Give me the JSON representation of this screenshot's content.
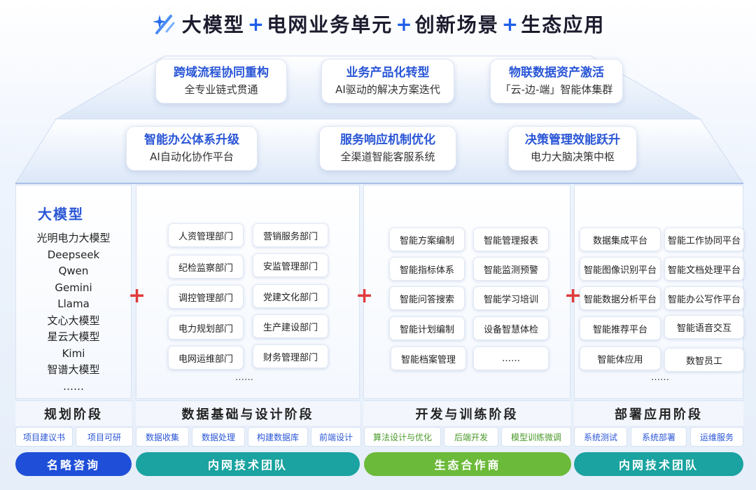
{
  "header": {
    "parts": [
      "大模型",
      "电网业务单元",
      "创新场景",
      "生态应用"
    ],
    "plus": "+"
  },
  "scenarios_top": [
    {
      "title": "跨域流程协同重构",
      "subtitle": "全专业链式贯通"
    },
    {
      "title": "业务产品化转型",
      "subtitle": "AI驱动的解决方案迭代"
    },
    {
      "title": "物联数据资产激活",
      "subtitle": "「云-边-端」智能体集群"
    }
  ],
  "scenarios_bottom": [
    {
      "title": "智能办公体系升级",
      "subtitle": "AI自动化协作平台"
    },
    {
      "title": "服务响应机制优化",
      "subtitle": "全渠道智能客服系统"
    },
    {
      "title": "决策管理效能跃升",
      "subtitle": "电力大脑决策中枢"
    }
  ],
  "models": {
    "title": "大模型",
    "items": [
      "光明电力大模型",
      "Deepseek",
      "Qwen",
      "Gemini",
      "Llama",
      "文心大模型",
      "星云大模型",
      "Kimi",
      "智谱大模型",
      "……"
    ]
  },
  "departments": {
    "left": [
      "人资管理部门",
      "纪检监察部门",
      "调控管理部门",
      "电力规划部门",
      "电网运维部门"
    ],
    "right": [
      "营销服务部门",
      "安监管理部门",
      "党建文化部门",
      "生产建设部门",
      "财务管理部门"
    ],
    "more": "……"
  },
  "applications": {
    "left": [
      "智能方案编制",
      "智能指标体系",
      "智能问答搜索",
      "智能计划编制",
      "智能档案管理"
    ],
    "right": [
      "智能管理报表",
      "智能监测预警",
      "智能学习培训",
      "设备智慧体检",
      "……"
    ]
  },
  "platforms": {
    "left": [
      "数据集成平台",
      "智能图像识别平台",
      "智能数据分析平台",
      "智能推荐平台",
      "智能体应用"
    ],
    "right": [
      "智能工作协同平台",
      "智能文档处理平台",
      "智能办公写作平台",
      "智能语音交互",
      "数智员工"
    ],
    "more": "……"
  },
  "plus_sign": "+",
  "stages": [
    "规划阶段",
    "数据基础与设计阶段",
    "开发与训练阶段",
    "部署应用阶段"
  ],
  "tasks": [
    "项目建议书",
    "项目可研",
    "数据收集",
    "数据处理",
    "构建数据库",
    "前端设计",
    "算法设计与优化",
    "后端开发",
    "模型训练微调",
    "系统测试",
    "系统部署",
    "运维服务"
  ],
  "teams": [
    "名略咨询",
    "内网技术团队",
    "生态合作商",
    "内网技术团队"
  ],
  "colors": {
    "accent_blue": "#2a56d6",
    "plus_red": "#e03b3b",
    "team_navy": "#1f4fd8",
    "team_teal": "#1aa3a0",
    "team_green": "#6cba3a",
    "task_green": "#4a9a2a"
  }
}
